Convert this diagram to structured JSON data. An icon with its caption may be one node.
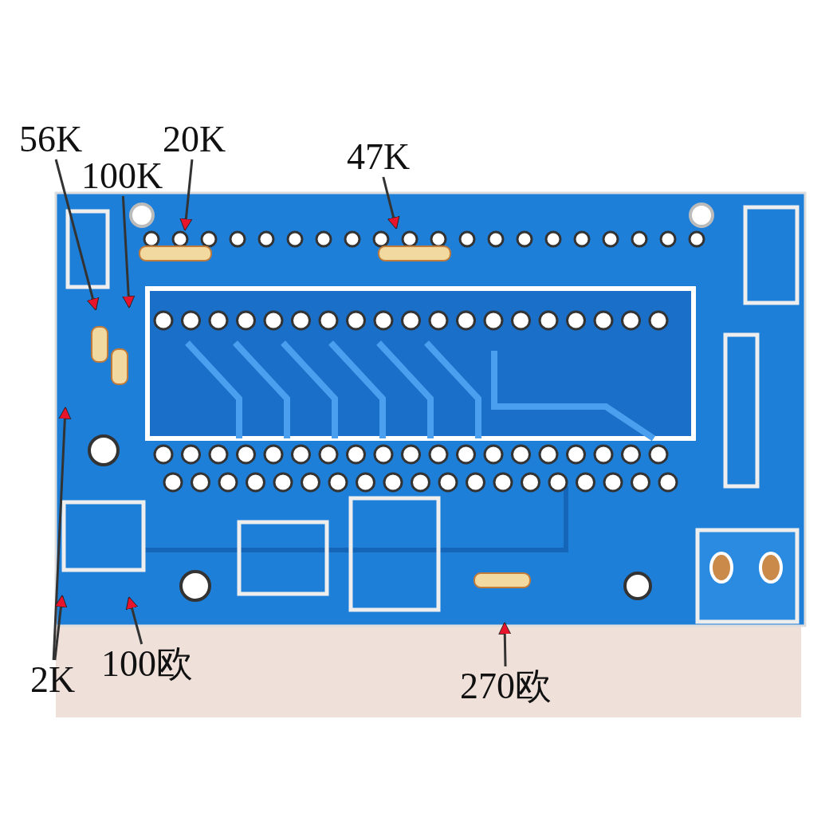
{
  "diagram": {
    "nodes": [
      {
        "text": [
          "56K"
        ]
      },
      {
        "text": [
          "100K"
        ]
      },
      {
        "text": [
          "20K"
        ]
      },
      {
        "text": [
          "47K"
        ]
      },
      {
        "text": [
          "2K"
        ]
      },
      {
        "text": [
          "100欧"
        ]
      },
      {
        "text": [
          "270欧"
        ]
      }
    ],
    "edges": [
      {
        "from": 0,
        "to": null,
        "arrow": "to"
      },
      {
        "from": 1,
        "to": null,
        "arrow": "to"
      },
      {
        "from": 2,
        "to": null,
        "arrow": "to"
      },
      {
        "from": 3,
        "to": null,
        "arrow": "to"
      },
      {
        "from": 4,
        "to": null,
        "arrow": "to"
      },
      {
        "from": 4,
        "to": null,
        "arrow": "to"
      },
      {
        "from": 5,
        "to": null,
        "arrow": "to"
      },
      {
        "from": 6,
        "to": null,
        "arrow": "to"
      }
    ]
  }
}
